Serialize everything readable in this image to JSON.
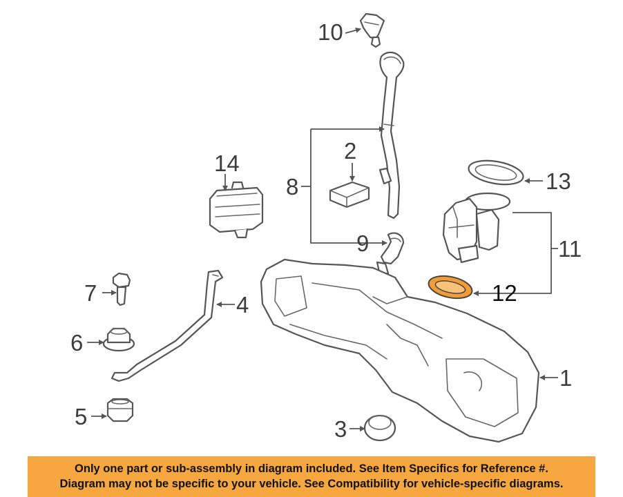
{
  "callouts": {
    "c1": "1",
    "c2": "2",
    "c3": "3",
    "c4": "4",
    "c5": "5",
    "c6": "6",
    "c7": "7",
    "c8": "8",
    "c9": "9",
    "c10": "10",
    "c11": "11",
    "c12": "12",
    "c13": "13",
    "c14": "14"
  },
  "colors": {
    "highlight_part": "#f39c35",
    "banner_background": "#f7a740",
    "line_art": "#555555"
  },
  "banner": {
    "line1": "Only one part or sub-assembly in diagram included. See Item Specifics for Reference #.",
    "line2": "Diagram may not be specific to your vehicle. See Compatibility for vehicle-specific diagrams."
  }
}
